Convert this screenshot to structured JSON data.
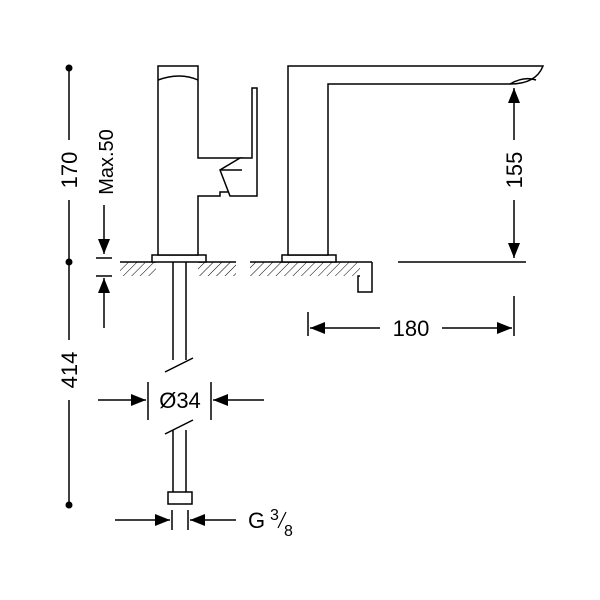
{
  "dimensions": {
    "total_height": "170",
    "max_deck": "Max.50",
    "below_deck": "414",
    "spout_height": "155",
    "spout_reach": "180",
    "hose_diameter": "Ø34",
    "thread_prefix": "G",
    "thread_num": "3",
    "thread_den": "8"
  },
  "colors": {
    "stroke": "#000000",
    "background": "#ffffff"
  }
}
